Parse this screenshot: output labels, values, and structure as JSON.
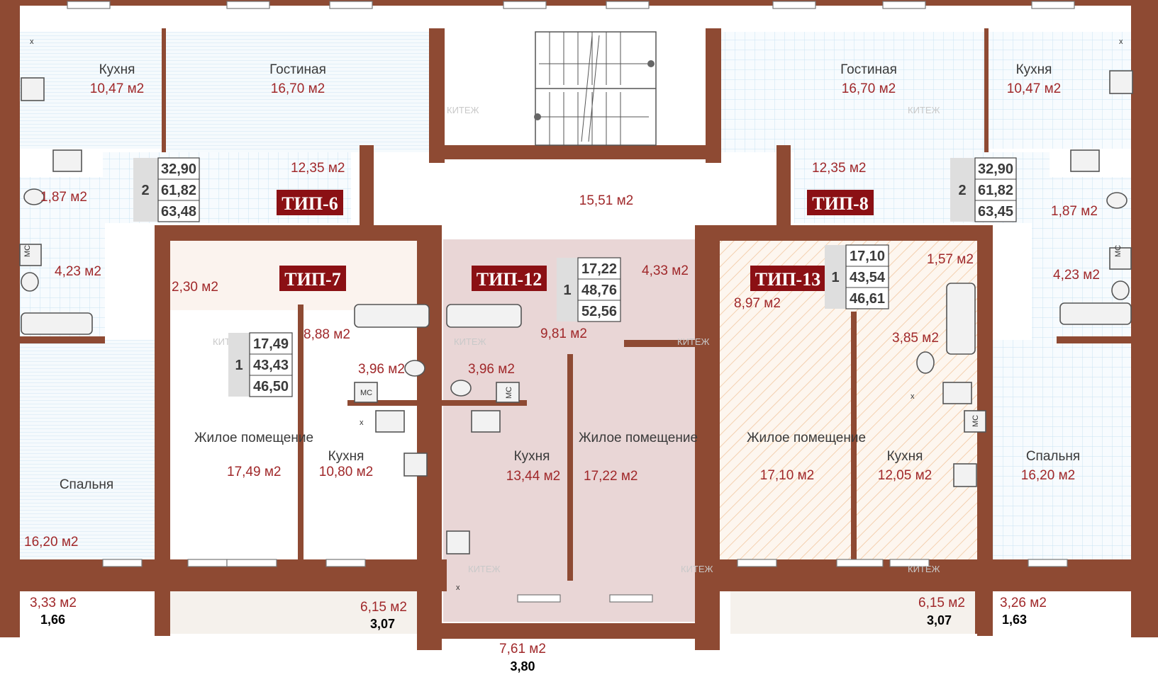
{
  "rooms": {
    "kitchen_tl": {
      "name": "Кухня",
      "area": "10,47 м2"
    },
    "living_tl": {
      "name": "Гостиная",
      "area": "16,70 м2"
    },
    "hall6": {
      "area": "12,35 м2"
    },
    "wc_l": {
      "area": "1,87 м2"
    },
    "bath_l": {
      "area": "4,23 м2"
    },
    "bedroom_l": {
      "name": "Спальня",
      "area": "16,20 м2"
    },
    "balc_l_small": {
      "area": "3,33 м2",
      "length": "1,66"
    },
    "stair_hall": {
      "area": "15,51 м2"
    },
    "closet7": {
      "area": "2,30 м2"
    },
    "hall7": {
      "area": "8,88 м2"
    },
    "bath7": {
      "area": "3,96 м2"
    },
    "living7": {
      "name": "Жилое помещение",
      "area": "17,49 м2"
    },
    "kitchen7": {
      "name": "Кухня",
      "area": "10,80 м2"
    },
    "balc7": {
      "area": "6,15 м2",
      "length": "3,07"
    },
    "bath12": {
      "area": "3,96 м2"
    },
    "hall12": {
      "area": "9,81 м2"
    },
    "storage12": {
      "area": "4,33 м2"
    },
    "kitchen12": {
      "name": "Кухня",
      "area": "13,44 м2"
    },
    "living12": {
      "name": "Жилое помещение",
      "area": "17,22 м2"
    },
    "balc12": {
      "area": "7,61 м2",
      "length": "3,80"
    },
    "hall13": {
      "area": "8,97 м2"
    },
    "closet13": {
      "area": "1,57 м2"
    },
    "bath13": {
      "area": "3,85 м2"
    },
    "living13": {
      "name": "Жилое помещение",
      "area": "17,10 м2"
    },
    "kitchen13": {
      "name": "Кухня",
      "area": "12,05 м2"
    },
    "balc13": {
      "area": "6,15 м2",
      "length": "3,07"
    },
    "living_tr": {
      "name": "Гостиная",
      "area": "16,70 м2"
    },
    "kitchen_tr": {
      "name": "Кухня",
      "area": "10,47 м2"
    },
    "hall8": {
      "area": "12,35 м2"
    },
    "wc_r": {
      "area": "1,87 м2"
    },
    "bath_r": {
      "area": "4,23 м2"
    },
    "bedroom_r": {
      "name": "Спальня",
      "area": "16,20 м2"
    },
    "balc_r_small": {
      "area": "3,26 м2",
      "length": "1,63"
    }
  },
  "apartments": [
    {
      "tag": "ТИП-6",
      "rooms": "2",
      "living": "32,90",
      "total": "61,82",
      "total_balcony": "63,48"
    },
    {
      "tag": "ТИП-7",
      "rooms": "1",
      "living": "17,49",
      "total": "43,43",
      "total_balcony": "46,50"
    },
    {
      "tag": "ТИП-12",
      "rooms": "1",
      "living": "17,22",
      "total": "48,76",
      "total_balcony": "52,56"
    },
    {
      "tag": "ТИП-13",
      "rooms": "1",
      "living": "17,10",
      "total": "43,54",
      "total_balcony": "46,61"
    },
    {
      "tag": "ТИП-8",
      "rooms": "2",
      "living": "32,90",
      "total": "61,82",
      "total_balcony": "63,45"
    }
  ],
  "fixtures": {
    "ventilation": "МС",
    "stove_cross": "x"
  },
  "watermark": "КИТЕЖ",
  "colors": {
    "wall": "#8e4a33",
    "tag_bg": "#8b1014",
    "area_text": "#a0282a",
    "tile_line": "#c9e3f3",
    "pink_fill": "#e9d6d6",
    "hatch": "#f2c7a0"
  }
}
